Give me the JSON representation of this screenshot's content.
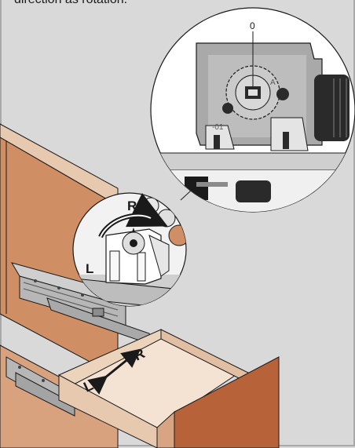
{
  "caption_text": "direction as rotation.",
  "labels": {
    "zero_mark": "0",
    "stamp_a": "A",
    "stamp_01": "-01",
    "small_r": "R",
    "small_l": "L",
    "drawer_l": "L",
    "drawer_r": "R"
  },
  "colors": {
    "background": "#d9d9d9",
    "cabinet_top": "#e7c9b0",
    "cabinet_front": "#cf8e64",
    "cabinet_side": "#d9a27f",
    "drawer_front": "#b8623a",
    "drawer_inner": "#f4e3d2",
    "metal": "#b7b7b7",
    "metal_dark": "#7a7a7a",
    "ink": "#1a1a1a"
  }
}
